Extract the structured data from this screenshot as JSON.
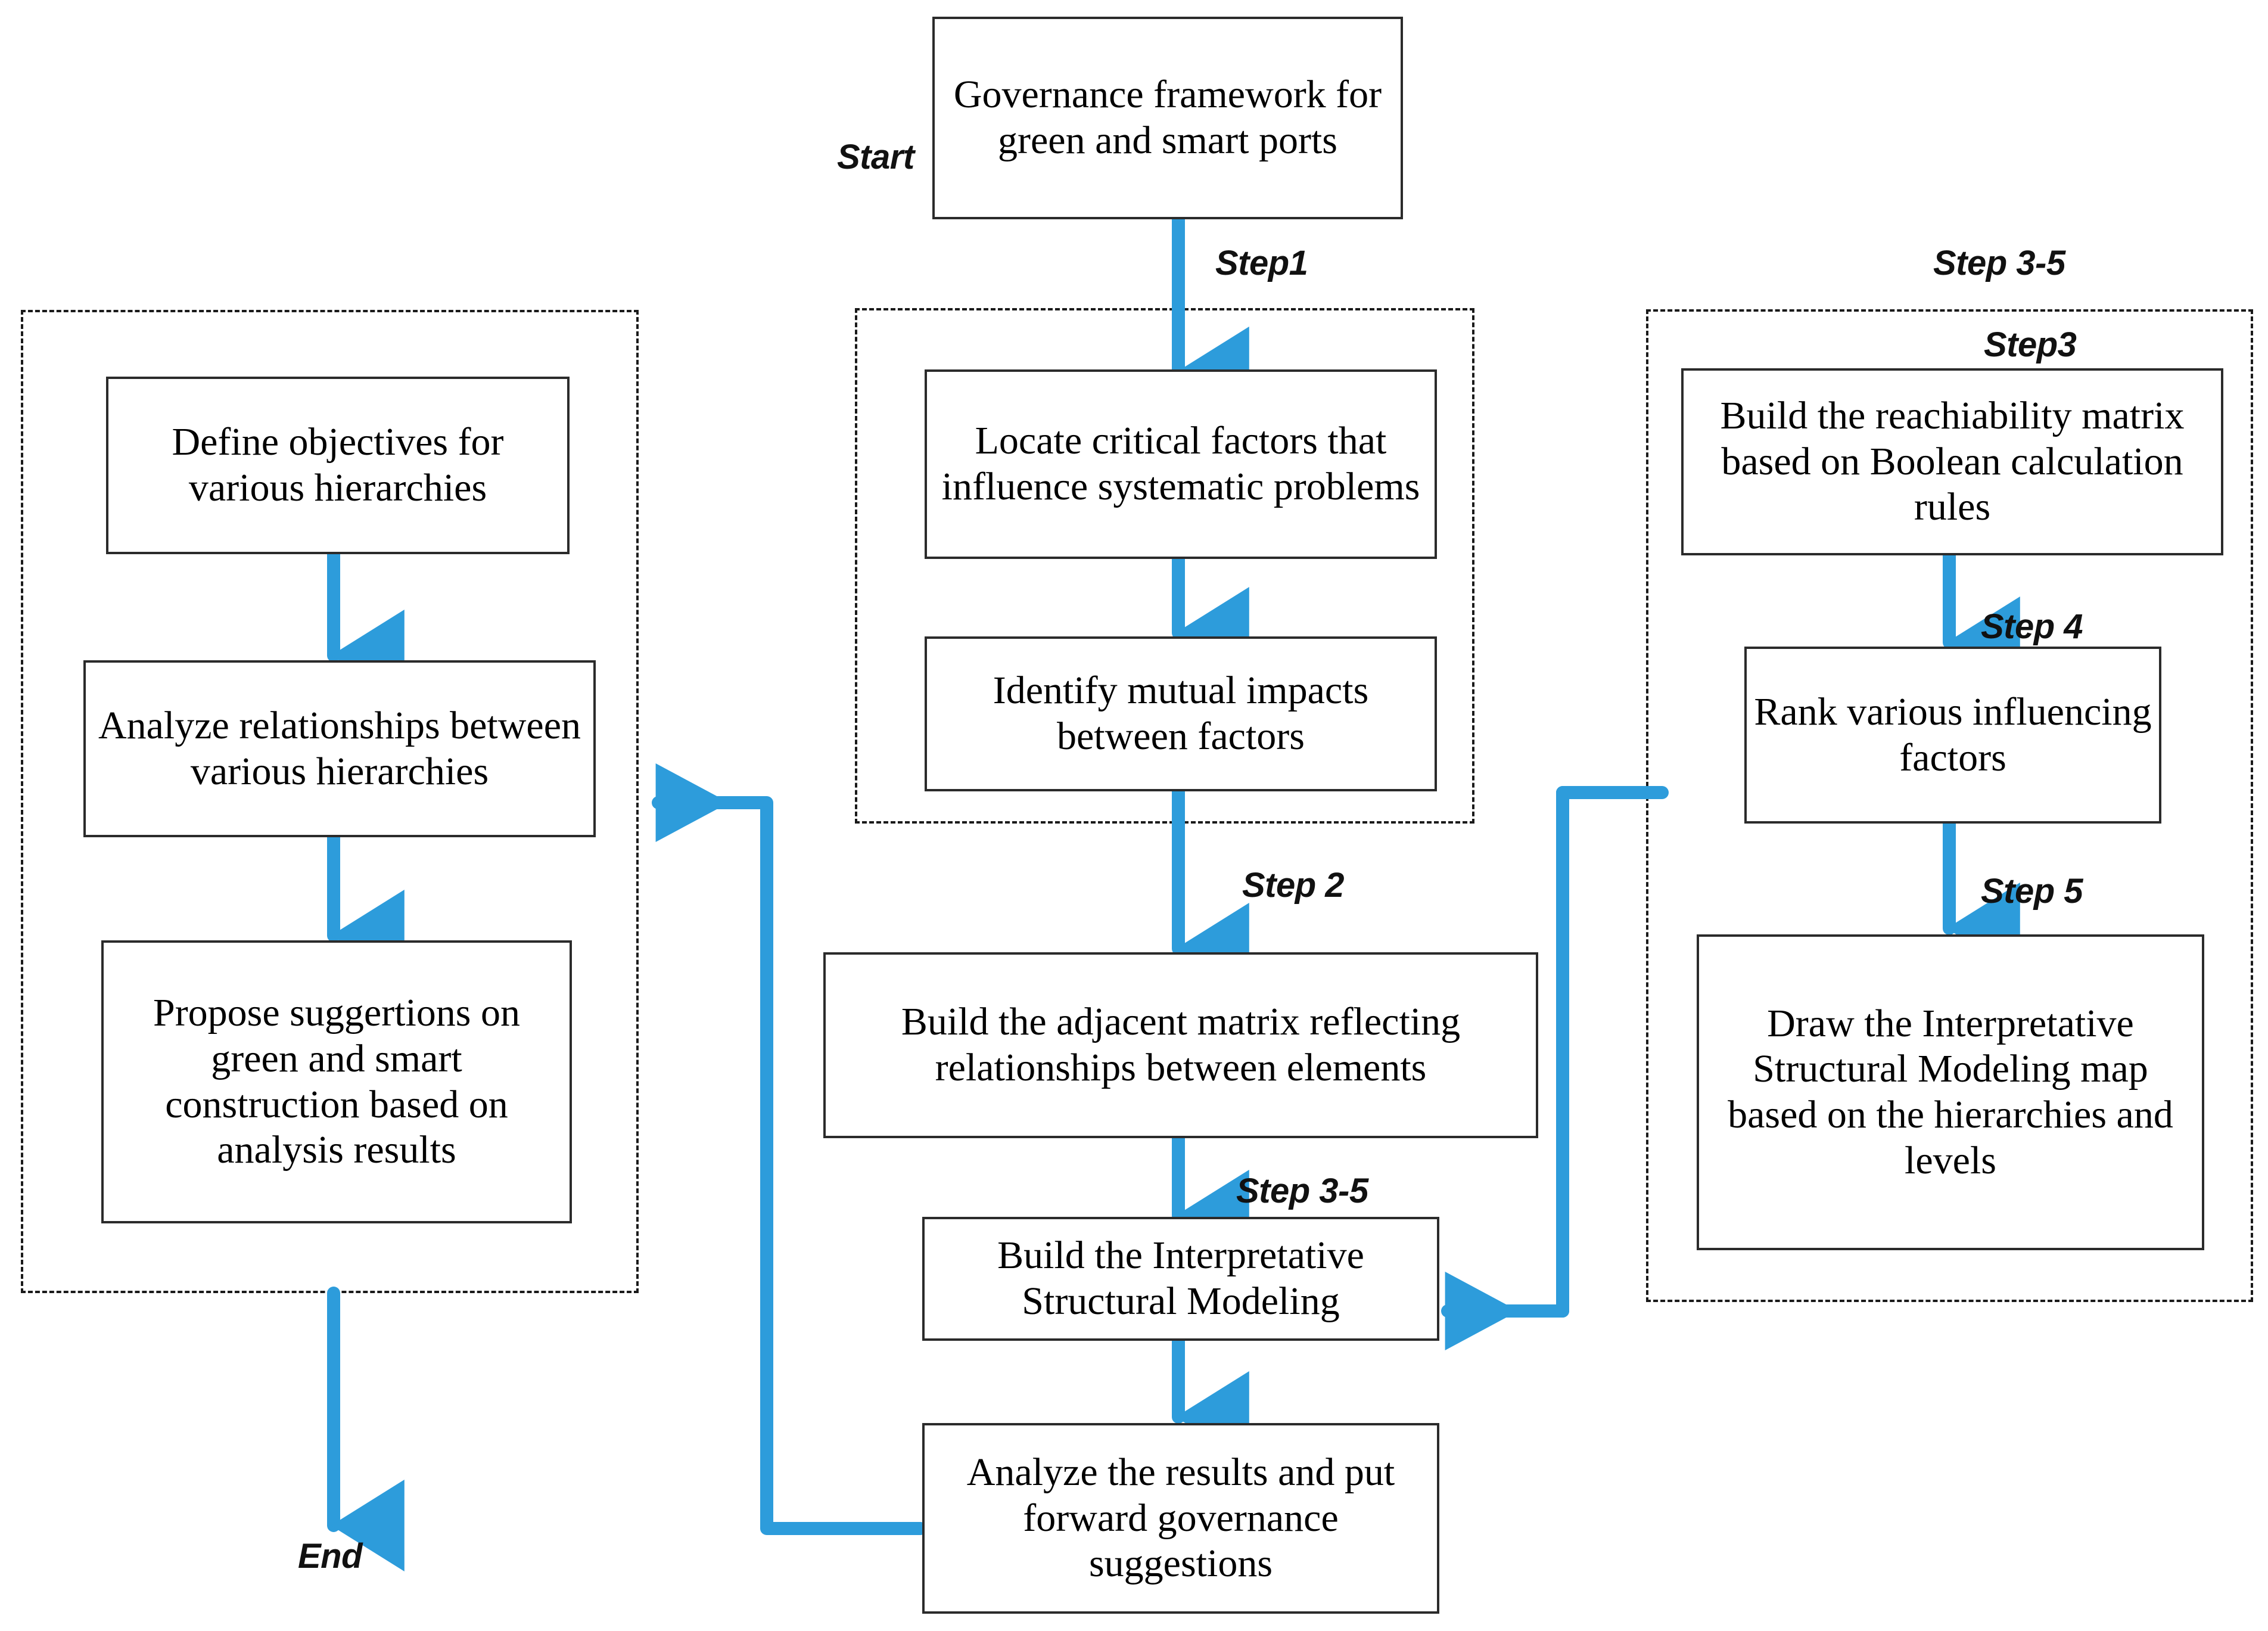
{
  "diagram": {
    "title": "Governance framework research flowchart for green and smart ports",
    "accent_color": "#2d9cdb",
    "arrow_color": "#2d9cdb",
    "box_border_color": "#2b2b2b",
    "group_border_color": "#1a1a1a",
    "background_color": "#ffffff"
  },
  "labels": {
    "start": "Start",
    "end": "End",
    "step1": "Step1",
    "step2": "Step 2",
    "step3_5_middle": "Step 3-5",
    "step3_5_right": "Step 3-5",
    "step3": "Step3",
    "step4": "Step 4",
    "step5": "Step 5"
  },
  "nodes": {
    "governance": "Governance framework for green and smart ports",
    "define_objectives": "Define objectives for various hierarchies",
    "analyze_relationships": "Analyze relationships between various hierarchies",
    "propose_suggestions": "Propose suggertions on green and smart construction based on analysis results",
    "locate_factors": "Locate critical factors that influence systematic problems",
    "identify_impacts": "Identify mutual impacts between factors",
    "adjacent_matrix": "Build the adjacent matrix reflecting relationships between elements",
    "build_ism": "Build the Interpretative Structural Modeling",
    "analyze_results": "Analyze the results and put forward governance suggestions",
    "reachability_matrix": "Build the reachiability matrix based on Boolean calculation rules",
    "rank_factors": "Rank various influencing factors",
    "draw_ism_map": "Draw the Interpretative Structural Modeling map based on the hierarchies and levels"
  },
  "groups": {
    "left_group": "Outcome analysis group (left dashed container)",
    "middle_group_step1": "Step 1 group (middle dashed container)",
    "right_group_step3_5": "Step 3-5 group (right dashed container)"
  },
  "flow": {
    "edges": [
      "governance -> locate_factors (Step1)",
      "locate_factors -> identify_impacts",
      "identify_impacts -> adjacent_matrix (Step 2)",
      "adjacent_matrix -> build_ism (Step 3-5)",
      "build_ism -> analyze_results",
      "analyze_results -> analyze_relationships",
      "reachability_matrix -> rank_factors (Step 4)",
      "rank_factors -> draw_ism_map (Step 5)",
      "rank_factors -> build_ism",
      "define_objectives -> analyze_relationships",
      "analyze_relationships -> propose_suggestions",
      "propose_suggestions -> End"
    ]
  }
}
